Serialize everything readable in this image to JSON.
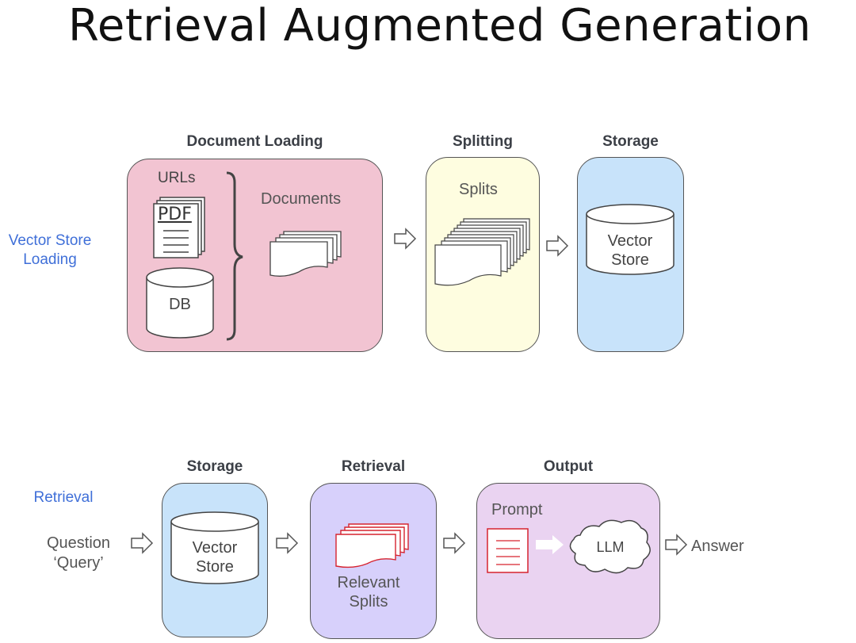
{
  "title": "Retrieval Augmented Generation",
  "loading": {
    "section_label": [
      "Vector Store",
      "Loading"
    ],
    "doc_loading_header": "Document Loading",
    "splitting_header": "Splitting",
    "storage_header": "Storage",
    "urls_label": "URLs",
    "pdf_label": "PDF",
    "db_label": "DB",
    "documents_label": "Documents",
    "splits_label": "Splits",
    "vector_store_label": [
      "Vector",
      "Store"
    ]
  },
  "retrieval": {
    "section_label": "Retrieval",
    "question_label": [
      "Question",
      "‘Query’"
    ],
    "storage_header": "Storage",
    "retrieval_header": "Retrieval",
    "output_header": "Output",
    "vector_store_label": [
      "Vector",
      "Store"
    ],
    "relevant_splits_label": [
      "Relevant",
      "Splits"
    ],
    "prompt_label": "Prompt",
    "llm_label": "LLM",
    "answer_label": "Answer"
  },
  "colors": {
    "doc_loading_fill": "#f2c4d2",
    "splitting_fill": "#fefde0",
    "storage_fill": "#c8e3fa",
    "retrieval_fill": "#d7d0fb",
    "output_fill": "#ead3f1",
    "section_label_blue": "#3f6fd8",
    "relevant_red": "#d6232f"
  }
}
